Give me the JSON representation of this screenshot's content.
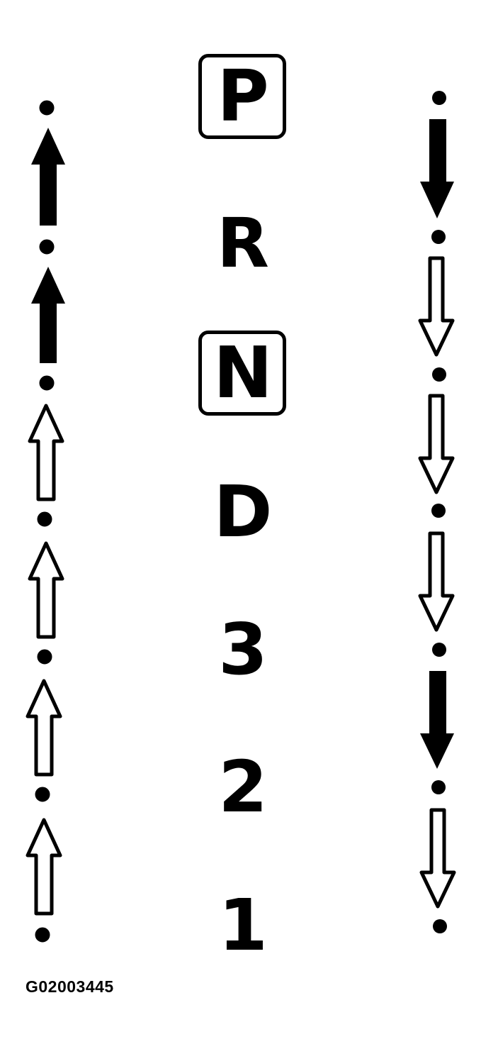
{
  "figure": {
    "id_label": "G02003445",
    "type": "Automatic transmission shift pattern diagram",
    "colors": {
      "ink": "#000000",
      "background": "#ffffff"
    }
  },
  "gears": [
    {
      "label": "P",
      "boxed": true
    },
    {
      "label": "R",
      "boxed": false
    },
    {
      "label": "N",
      "boxed": true
    },
    {
      "label": "D",
      "boxed": false
    },
    {
      "label": "3",
      "boxed": false
    },
    {
      "label": "2",
      "boxed": false
    },
    {
      "label": "1",
      "boxed": false
    }
  ],
  "left_column": {
    "direction": "up",
    "arrows": [
      {
        "between": [
          "R",
          "P"
        ],
        "style": "filled"
      },
      {
        "between": [
          "N",
          "R"
        ],
        "style": "filled"
      },
      {
        "between": [
          "D",
          "N"
        ],
        "style": "outline"
      },
      {
        "between": [
          "3",
          "D"
        ],
        "style": "outline"
      },
      {
        "between": [
          "2",
          "3"
        ],
        "style": "outline"
      },
      {
        "between": [
          "1",
          "2"
        ],
        "style": "outline"
      }
    ]
  },
  "right_column": {
    "direction": "down",
    "arrows": [
      {
        "between": [
          "P",
          "R"
        ],
        "style": "filled"
      },
      {
        "between": [
          "R",
          "N"
        ],
        "style": "outline"
      },
      {
        "between": [
          "N",
          "D"
        ],
        "style": "outline"
      },
      {
        "between": [
          "D",
          "3"
        ],
        "style": "outline"
      },
      {
        "between": [
          "3",
          "2"
        ],
        "style": "filled"
      },
      {
        "between": [
          "2",
          "1"
        ],
        "style": "outline"
      }
    ]
  }
}
